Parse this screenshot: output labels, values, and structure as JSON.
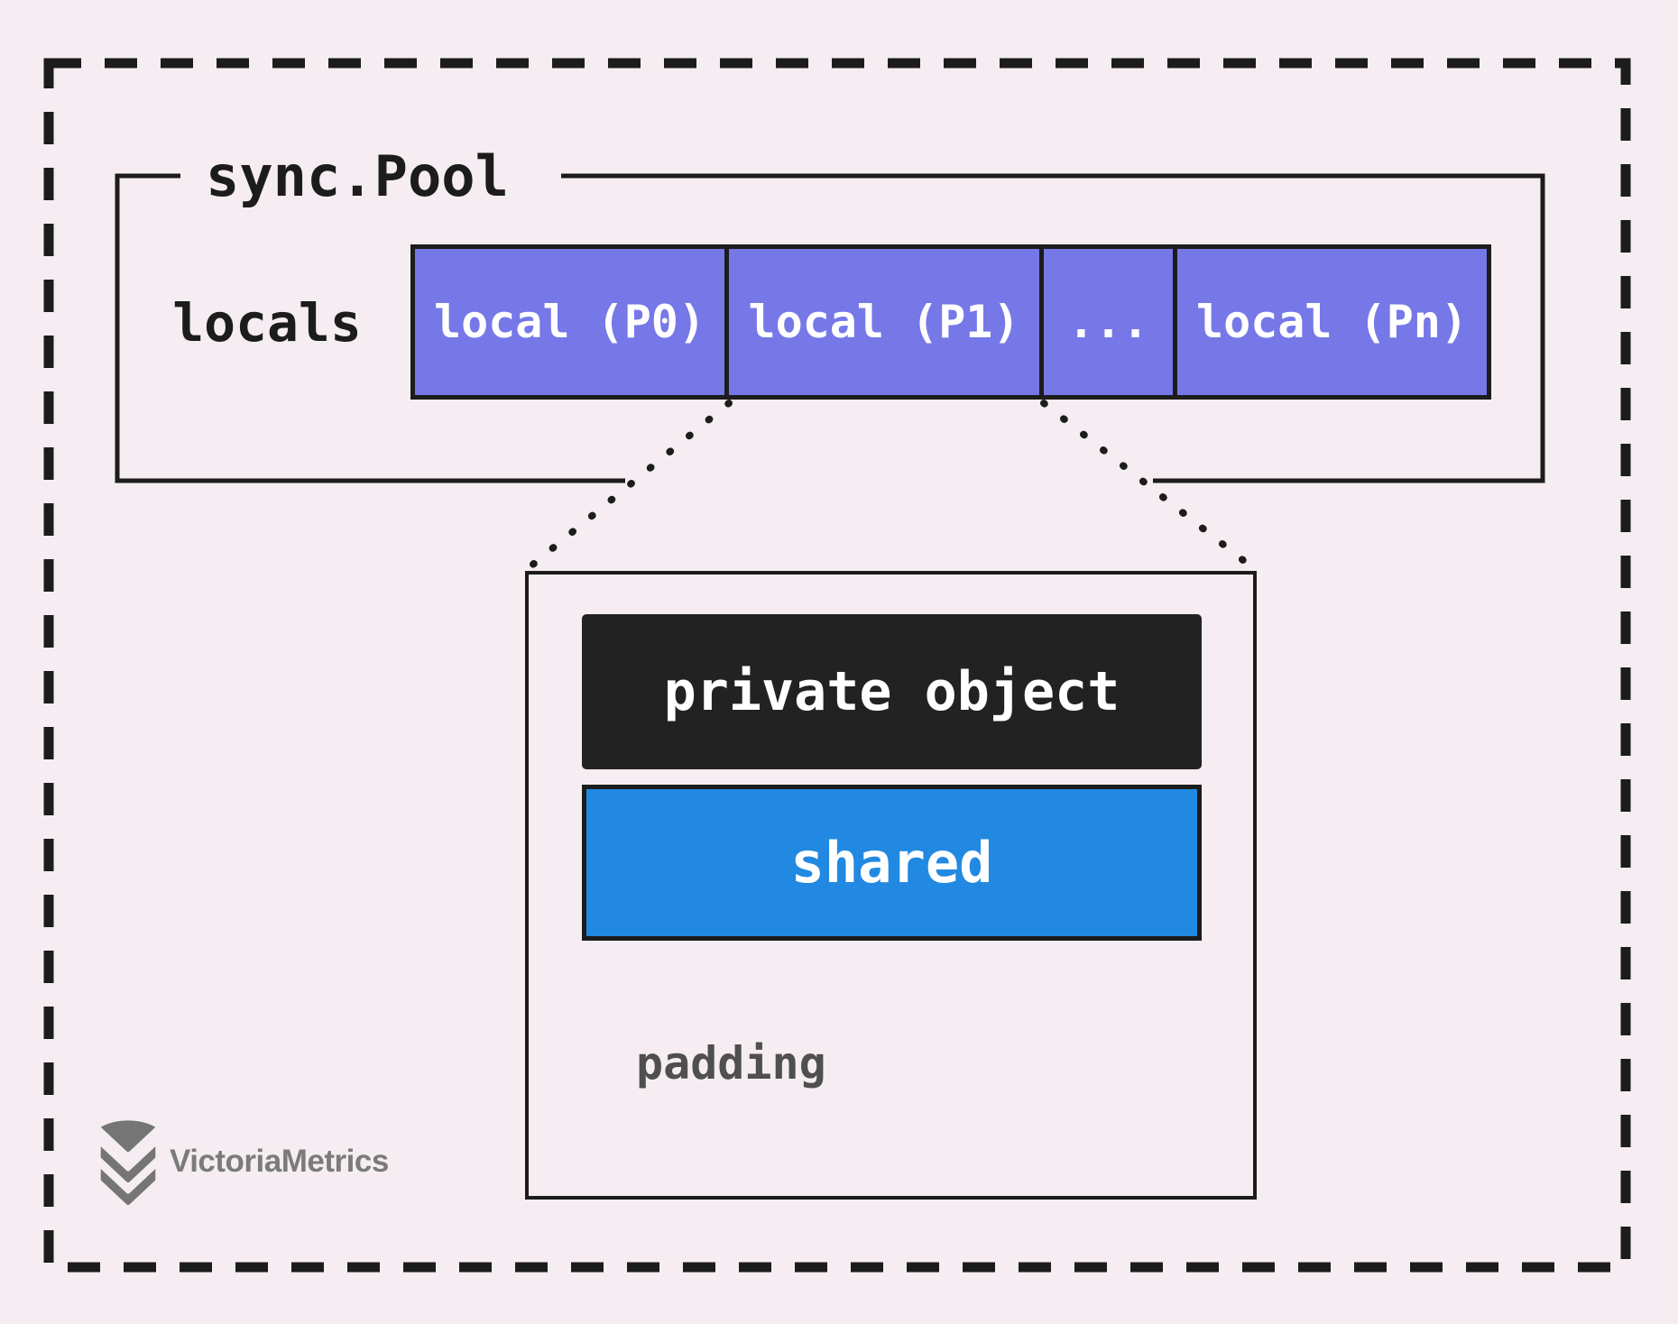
{
  "page": {
    "background_color": "#f5edf1",
    "line_color": "#1c1c1c"
  },
  "pool": {
    "title": "sync.Pool",
    "field_label": "locals",
    "cell_color": "#7678e8",
    "cells": [
      {
        "label": "local (P0)"
      },
      {
        "label": "local (P1)"
      },
      {
        "label": "..."
      },
      {
        "label": "local (Pn)"
      }
    ]
  },
  "detail": {
    "private_label": "private object",
    "private_color": "#222222",
    "shared_label": "shared",
    "shared_color": "#2189e1",
    "padding_label": "padding",
    "padding_color": "#4f4f4f"
  },
  "branding": {
    "logo_text": "VictoriaMetrics",
    "logo_color": "#7b7b7b"
  }
}
